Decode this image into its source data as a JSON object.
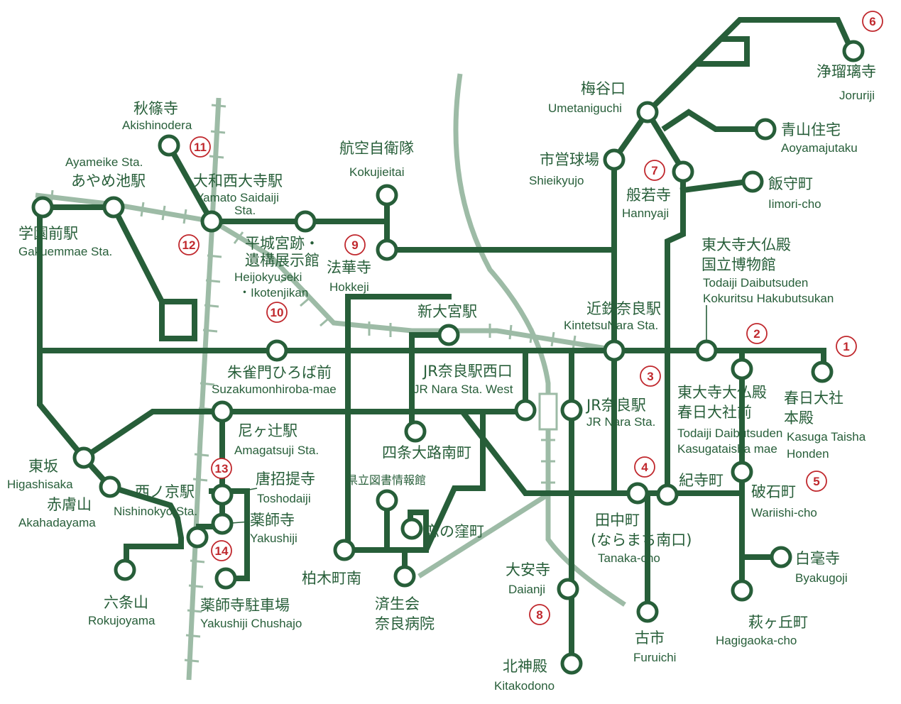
{
  "map": {
    "colors": {
      "route": "#275e39",
      "rail": "#9dbba6",
      "route_number": "#c0282d",
      "background": "#ffffff"
    },
    "labels": {
      "joruriji_jp": "浄瑠璃寺",
      "joruriji_en": "Joruriji",
      "umetaniguchi_jp": "梅谷口",
      "umetaniguchi_en": "Umetaniguchi",
      "aoyamajutaku_jp": "青山住宅",
      "aoyamajutaku_en": "Aoyamajutaku",
      "shieikyujo_jp": "市営球場",
      "shieikyujo_en": "Shieikyujo",
      "hannyaji_jp": "般若寺",
      "hannyaji_en": "Hannyaji",
      "iimori_jp": "飯守町",
      "iimori_en": "Iimori-cho",
      "akishinodera_jp": "秋篠寺",
      "akishinodera_en": "Akishinodera",
      "ayameike_en": "Ayameike Sta.",
      "ayameike_jp": "あやめ池駅",
      "saidaiji_jp": "大和西大寺駅",
      "saidaiji_en1": "Yamato Saidaiji",
      "saidaiji_en2": "Sta.",
      "kokujieitai_jp": "航空自衛隊",
      "kokujieitai_en": "Kokujieitai",
      "gakuenmae_jp": "学園前駅",
      "gakuenmae_en": "Gakuemmae Sta.",
      "heijo_jp1": "平城宮跡・",
      "heijo_jp2": "遺構展示館",
      "heijo_en1": "Heijokyuseki",
      "heijo_en2": "・Ikotenjikan",
      "hokkeji_jp": "法華寺",
      "hokkeji_en": "Hokkeji",
      "todaiji_museum_jp1": "東大寺大仏殿",
      "todaiji_museum_jp2": "国立博物館",
      "todaiji_museum_en1": "Todaiji Daibutsuden",
      "todaiji_museum_en2": "Kokuritsu Hakubutsukan",
      "kintetsu_jp": "近鉄奈良駅",
      "kintetsu_en": "KintetsuNara Sta.",
      "shinomiya_jp": "新大宮駅",
      "suzakumon_jp": "朱雀門ひろば前",
      "suzakumon_en": "Suzakumonhiroba-mae",
      "jr_west_jp": "JR奈良駅西口",
      "jr_west_en": "JR Nara Sta. West",
      "jr_jp": "JR奈良駅",
      "jr_en": "JR Nara Sta.",
      "kasuga_mae_jp1": "東大寺大仏殿",
      "kasuga_mae_jp2": "春日大社前",
      "kasuga_mae_en1": "Todaiji Daibutsuden",
      "kasuga_mae_en2": "Kasugataisha mae",
      "kasuga_honden_jp1": "春日大社",
      "kasuga_honden_jp2": "本殿",
      "kasuga_honden_en1": "Kasuga Taisha",
      "kasuga_honden_en2": "Honden",
      "amagatsuji_jp": "尼ヶ辻駅",
      "amagatsuji_en": "Amagatsuji Sta.",
      "shijo_jp": "四条大路南町",
      "higashisaka_jp": "東坂",
      "higashisaka_en": "Higashisaka",
      "toshodaiji_jp": "唐招提寺",
      "toshodaiji_en": "Toshodaiji",
      "library_jp": "県立図書情報館",
      "kiderachō_jp": "紀寺町",
      "zuishi_jp": "破石町",
      "zuishi_en": "Wariishi-cho",
      "nishinokyo_jp": "西ノ京駅",
      "nishinokyo_en": "Nishinokyo Sta.",
      "akahadayama_jp": "赤膚山",
      "akahadayama_en": "Akahadayama",
      "yakushiji_jp": "薬師寺",
      "yakushiji_en": "Yakushiji",
      "koinokubo_jp": "恋の窪町",
      "tanaka_jp1": "田中町",
      "tanaka_jp2": "(ならまち南口)",
      "tanaka_en": "Tanaka-cho",
      "byakugoji_jp": "白毫寺",
      "byakugoji_en": "Byakugoji",
      "kashiwagi_jp": "柏木町南",
      "daianji_jp": "大安寺",
      "daianji_en": "Daianji",
      "rokujoyama_jp": "六条山",
      "rokujoyama_en": "Rokujoyama",
      "yakushiji_parking_jp": "薬師寺駐車場",
      "yakushiji_parking_en": "Yakushiji Chushajo",
      "saiseikai_jp1": "済生会",
      "saiseikai_jp2": "奈良病院",
      "hagigaoka_jp": "萩ヶ丘町",
      "hagigaoka_en": "Hagigaoka-cho",
      "furuichi_jp": "古市",
      "furuichi_en": "Furuichi",
      "kitakodono_jp": "北神殿",
      "kitakodono_en": "Kitakodono"
    },
    "route_numbers": [
      "1",
      "2",
      "3",
      "4",
      "5",
      "6",
      "7",
      "8",
      "9",
      "10",
      "11",
      "12",
      "13",
      "14"
    ]
  }
}
